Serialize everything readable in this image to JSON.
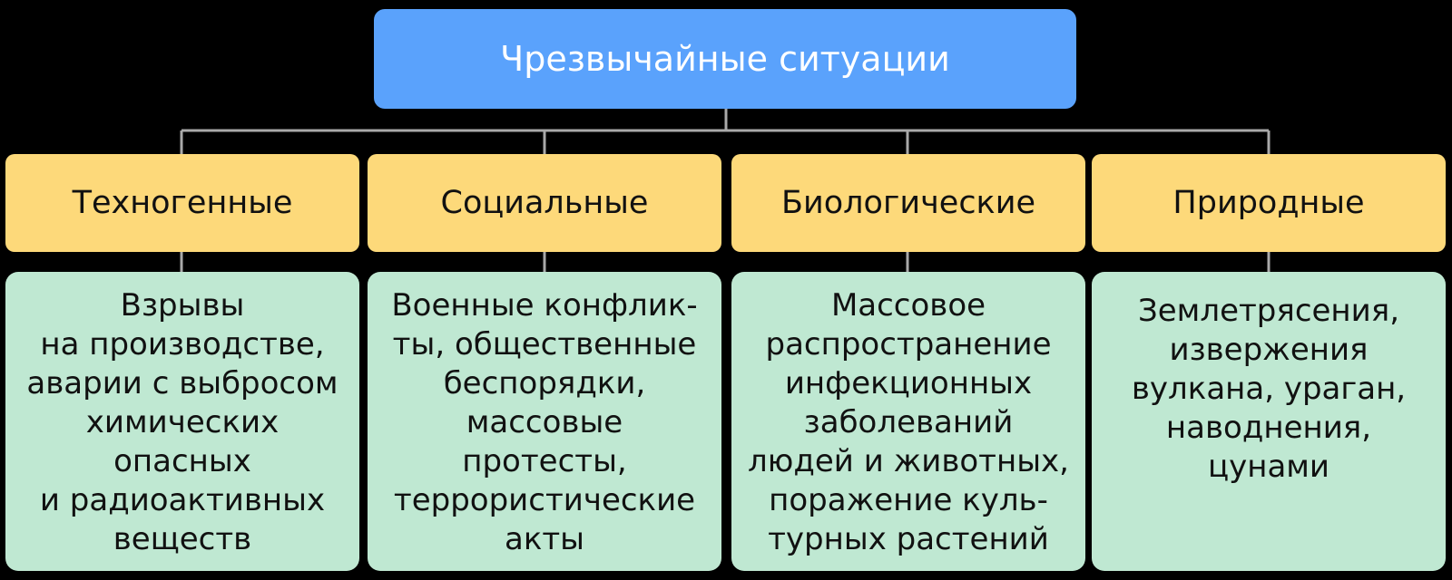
{
  "root": {
    "label": "Чрезвычайные ситуации",
    "color": "#5aa2fc"
  },
  "colors": {
    "category": "#fdd97a",
    "description": "#bfe8d2",
    "connector": "#a9a9a9",
    "background": "#000000"
  },
  "categories": [
    {
      "label": "Техногенные",
      "description": "Взрывы\nна производстве,\nаварии с выбросом\nхимических\nопасных\nи радиоактивных\nвеществ"
    },
    {
      "label": "Социальные",
      "description": "Военные конфлик-\nты, общественные\nбеспорядки,\nмассовые\nпротесты,\nтеррористические\nакты"
    },
    {
      "label": "Биологические",
      "description": "Массовое\nраспространение\nинфекционных\nзаболеваний\nлюдей и животных,\nпоражение куль-\nтурных растений"
    },
    {
      "label": "Природные",
      "description": "Землетрясения,\nизвержения\nвулкана, ураган,\nнаводнения,\nцунами"
    }
  ]
}
